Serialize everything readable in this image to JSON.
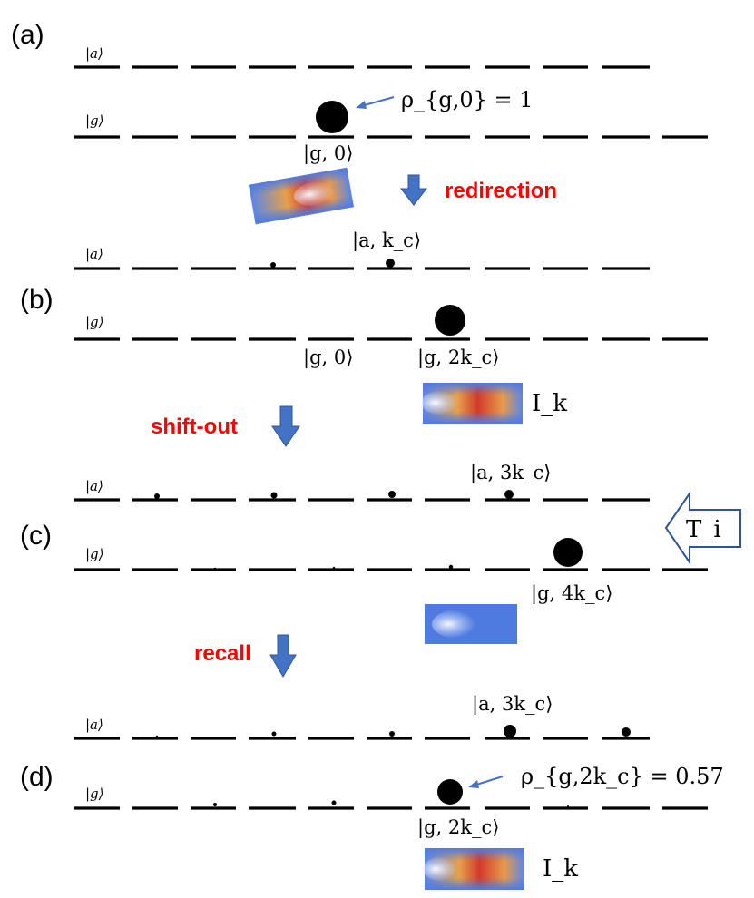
{
  "panels": {
    "a": {
      "label": "(a)",
      "a_level": "|a⟩",
      "g_level": "|g⟩",
      "ket_g0": "|g, 0⟩",
      "rho_label": "ρ_{g,0} = 1"
    },
    "b": {
      "label": "(b)",
      "a_level": "|a⟩",
      "g_level": "|g⟩",
      "ket_a_kc": "|a, k_c⟩",
      "ket_g0": "|g, 0⟩",
      "ket_g2kc": "|g, 2k_c⟩",
      "intensity_label": "I_k"
    },
    "c": {
      "label": "(c)",
      "a_level": "|a⟩",
      "g_level": "|g⟩",
      "ket_a3kc": "|a, 3k_c⟩",
      "ket_g4kc": "|g, 4k_c⟩",
      "input_label": "T_i"
    },
    "d": {
      "label": "(d)",
      "a_level": "|a⟩",
      "g_level": "|g⟩",
      "ket_a3kc": "|a, 3k_c⟩",
      "ket_g2kc": "|g, 2k_c⟩",
      "rho_label": "ρ_{g,2k_c} = 0.57",
      "intensity_label": "I_k"
    }
  },
  "steps": {
    "redirection": "redirection",
    "shift_out": "shift-out",
    "recall": "recall"
  },
  "colors": {
    "step_text": "#ff0000",
    "arrow_fill": "#4472c4",
    "arrow_stroke": "#2f5597",
    "level": "#000000",
    "field_blue": "#4f7be0",
    "field_red": "#d23a2a"
  }
}
